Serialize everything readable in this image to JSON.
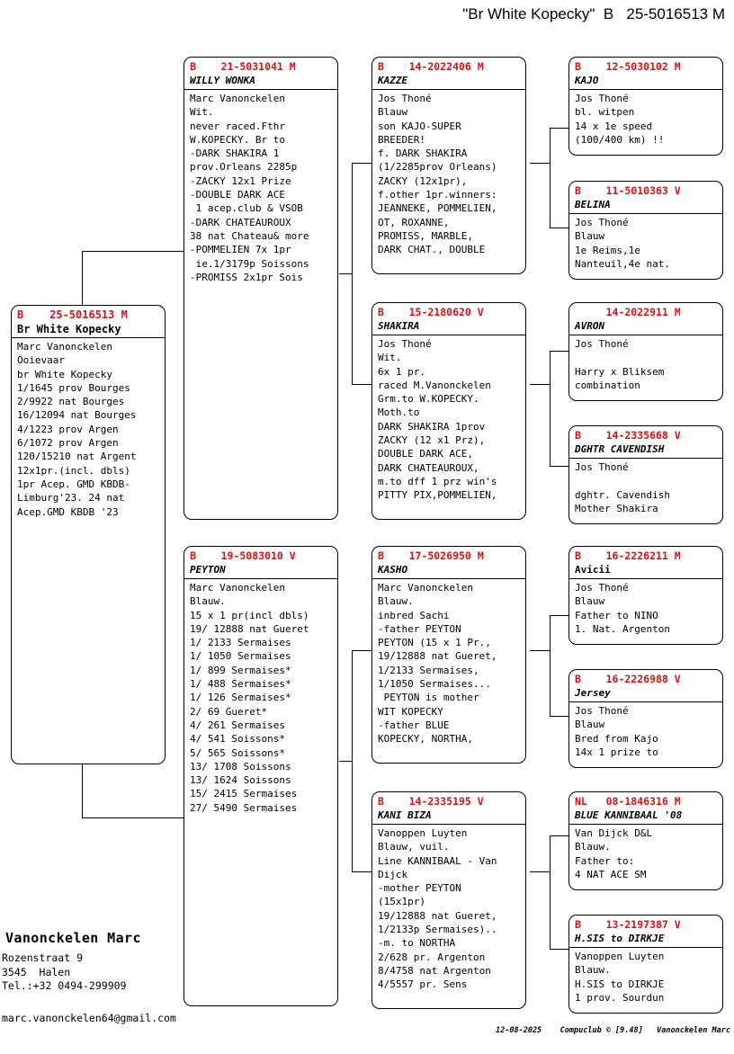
{
  "document": {
    "title": "\"Br White Kopecky\"  B   25-5016513 M",
    "footer": "12-08-2025    Compuclub © [9.48]   Vanonckelen Marc",
    "accent_color": "#d81111"
  },
  "owner": {
    "name": "Vanonckelen Marc",
    "address_lines": [
      "Rozenstraat 9",
      "3545  Halen",
      "Tel.:+32 0494-299909"
    ],
    "email": "marc.vanonckelen64@gmail.com"
  },
  "pedigree": {
    "self": {
      "ring": "B    25-5016513 M",
      "name": "Br White Kopecky",
      "body": [
        "Marc Vanonckelen",
        "Ooievaar",
        "br White Kopecky",
        "1/1645 prov Bourges",
        "2/9922 nat Bourges",
        "16/12094 nat Bourges",
        "4/1223 prov Argen",
        "6/1072 prov Argen",
        "120/15210 nat Argent",
        "12x1pr.(incl. dbls)",
        "1pr Acep. GMD KBDB-",
        "Limburg'23. 24 nat",
        "Acep.GMD KBDB '23"
      ]
    },
    "sire": {
      "ring": "B    21-5031041 M",
      "name": "WILLY WONKA",
      "body": [
        "Marc Vanonckelen",
        "Wit.",
        "never raced.Fthr",
        "W.KOPECKY. Br to",
        "-DARK SHAKIRA 1",
        "prov.Orleans 2285p",
        "-ZACKY 12x1 Prize",
        "-DOUBLE DARK ACE",
        " 1 acep.club & VSOB",
        "-DARK CHATEAUROUX",
        "38 nat Chateau& more",
        "-POMMELIEN 7x 1pr",
        " ie.1/3179p Soissons",
        "-PROMISS 2x1pr Sois"
      ]
    },
    "dam": {
      "ring": "B    19-5083010 V",
      "name": "PEYTON",
      "body": [
        "Marc Vanonckelen",
        "Blauw.",
        "15 x 1 pr(incl dbls)",
        "19/ 12888 nat Gueret",
        "1/ 2133 Sermaises",
        "1/ 1050 Sermaises",
        "1/ 899 Sermaises*",
        "1/ 488 Sermaises*",
        "1/ 126 Sermaises*",
        "2/ 69 Gueret*",
        "4/ 261 Sermaises",
        "4/ 541 Soissons*",
        "5/ 565 Soissons*",
        "13/ 1708 Soissons",
        "13/ 1624 Soissons",
        "15/ 2415 Sermaises",
        "27/ 5490 Sermaises"
      ]
    },
    "sire_sire": {
      "ring": "B    14-2022406 M",
      "name": "KAZZE",
      "body": [
        "Jos Thoné",
        "Blauw",
        "son KAJO-SUPER",
        "BREEDER!",
        "f. DARK SHAKIRA",
        "(1/2285prov Orleans)",
        "ZACKY (12x1pr),",
        "f.other 1pr.winners:",
        "JEANNEKE, POMMELIEN,",
        "OT, ROXANNE,",
        "PROMISS, MARBLE,",
        "DARK CHAT., DOUBLE"
      ]
    },
    "sire_dam": {
      "ring": "B    15-2180620 V",
      "name": "SHAKIRA",
      "body": [
        "Jos Thoné",
        "Wit.",
        "6x 1 pr.",
        "raced M.Vanonckelen",
        "Grm.to W.KOPECKY.",
        "Moth.to",
        "DARK SHAKIRA 1prov",
        "ZACKY (12 x1 Prz),",
        "DOUBLE DARK ACE,",
        "DARK CHATEAUROUX,",
        "m.to dff 1 prz win's",
        "PITTY PIX,POMMELIEN,"
      ]
    },
    "dam_sire": {
      "ring": "B    17-5026950 M",
      "name": "KASHO",
      "body": [
        "Marc Vanonckelen",
        "Blauw.",
        "inbred Sachi",
        "-father PEYTON",
        "PEYTON (15 x 1 Pr.,",
        "19/12888 nat Gueret,",
        "1/2133 Sermaises,",
        "1/1050 Sermaises...",
        " PEYTON is mother",
        "WIT KOPECKY",
        "-father BLUE",
        "KOPECKY, NORTHA,"
      ]
    },
    "dam_dam": {
      "ring": "B    14-2335195 V",
      "name": "KANI BIZA",
      "body": [
        "Vanoppen Luyten",
        "Blauw, vuil.",
        "Line KANNIBAAL - Van",
        "Dijck",
        "-mother PEYTON",
        "(15x1pr)",
        "19/12888 nat Gueret,",
        "1/2133p Sermaises)..",
        "-m. to NORTHA",
        "2/628 pr. Argenton",
        "8/4758 nat Argenton",
        "4/5557 pr. Sens"
      ]
    },
    "gen3": [
      {
        "ring": "B    12-5030102 M",
        "name": "KAJO",
        "body": [
          "Jos Thoné",
          "bl. witpen",
          "14 x 1e speed",
          "(100/400 km) !!"
        ]
      },
      {
        "ring": "B    11-5010363 V",
        "name": "BELINA",
        "body": [
          "Jos Thoné",
          "Blauw",
          "1e Reims,1e",
          "Nanteuil,4e nat."
        ]
      },
      {
        "ring": "     14-2022911 M",
        "name": "AVRON",
        "body": [
          "Jos Thoné",
          "",
          "Harry x Bliksem",
          "combination"
        ]
      },
      {
        "ring": "B    14-2335668 V",
        "name": "DGHTR CAVENDISH",
        "body": [
          "Jos Thoné",
          "",
          "dghtr. Cavendish",
          "Mother Shakira"
        ]
      },
      {
        "ring": "B    16-2226211 M",
        "name": "Avicii",
        "body": [
          "Jos Thoné",
          "Blauw",
          "Father to NINO",
          "1. Nat. Argenton"
        ]
      },
      {
        "ring": "B    16-2226988 V",
        "name": "Jersey",
        "body": [
          "Jos Thoné",
          "Blauw",
          "Bred from Kajo",
          "14x 1 prize to"
        ]
      },
      {
        "ring": "NL   08-1846316 M",
        "name": "BLUE KANNIBAAL '08",
        "body": [
          "Van Dijck D&L",
          "Blauw.",
          "Father to:",
          "4 NAT ACE SM"
        ]
      },
      {
        "ring": "B    13-2197387 V",
        "name": "H.SIS to DIRKJE",
        "body": [
          "Vanoppen Luyten",
          "Blauw.",
          "H.SIS to DIRKJE",
          "1 prov. Sourdun"
        ]
      }
    ]
  }
}
